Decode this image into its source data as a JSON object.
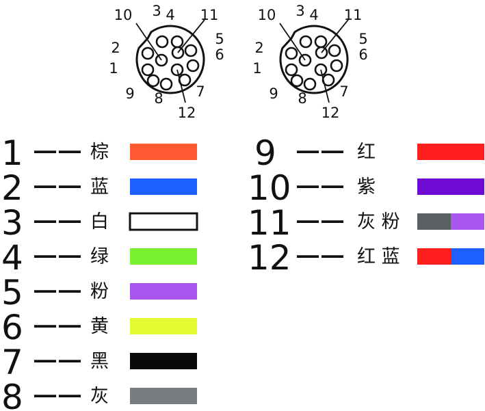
{
  "connectors": [
    {
      "pin_labels": [
        "1",
        "2",
        "3",
        "4",
        "5",
        "6",
        "7",
        "8",
        "9",
        "10",
        "11",
        "12"
      ]
    },
    {
      "pin_labels": [
        "1",
        "2",
        "3",
        "4",
        "5",
        "6",
        "7",
        "8",
        "9",
        "10",
        "11",
        "12"
      ]
    }
  ],
  "colors": {
    "brown": "#ff5a32",
    "blue": "#1e5fff",
    "white": "#ffffff",
    "green": "#78f02d",
    "pink": "#aa55f0",
    "yellow": "#e6fa32",
    "black": "#0a0a0a",
    "gray": "#7a7d80",
    "dark_gray": "#5a5f64",
    "red": "#ff1e1e",
    "purple": "#6e0ad2"
  },
  "legend_left": [
    {
      "pin": "1",
      "dash": "——",
      "color_name": "棕",
      "swatches": [
        "#ff5a32"
      ]
    },
    {
      "pin": "2",
      "dash": "——",
      "color_name": "蓝",
      "swatches": [
        "#1e5fff"
      ]
    },
    {
      "pin": "3",
      "dash": "——",
      "color_name": "白",
      "swatches": [
        "#ffffff"
      ]
    },
    {
      "pin": "4",
      "dash": "——",
      "color_name": "绿",
      "swatches": [
        "#78f02d"
      ]
    },
    {
      "pin": "5",
      "dash": "——",
      "color_name": "粉",
      "swatches": [
        "#aa55f0"
      ]
    },
    {
      "pin": "6",
      "dash": "——",
      "color_name": "黄",
      "swatches": [
        "#e6fa32"
      ]
    },
    {
      "pin": "7",
      "dash": "——",
      "color_name": "黑",
      "swatches": [
        "#0a0a0a"
      ]
    },
    {
      "pin": "8",
      "dash": "——",
      "color_name": "灰",
      "swatches": [
        "#7a7d80"
      ]
    }
  ],
  "legend_right": [
    {
      "pin": "9",
      "dash": "——",
      "color_name": "红",
      "swatches": [
        "#ff1e1e"
      ]
    },
    {
      "pin": "10",
      "dash": "——",
      "color_name": "紫",
      "swatches": [
        "#6e0ad2"
      ]
    },
    {
      "pin": "11",
      "dash": "——",
      "color_name": "灰 粉",
      "swatches": [
        "#5a5f64",
        "#aa55f0"
      ]
    },
    {
      "pin": "12",
      "dash": "——",
      "color_name": "红 蓝",
      "swatches": [
        "#ff1e1e",
        "#1e5fff"
      ]
    }
  ]
}
